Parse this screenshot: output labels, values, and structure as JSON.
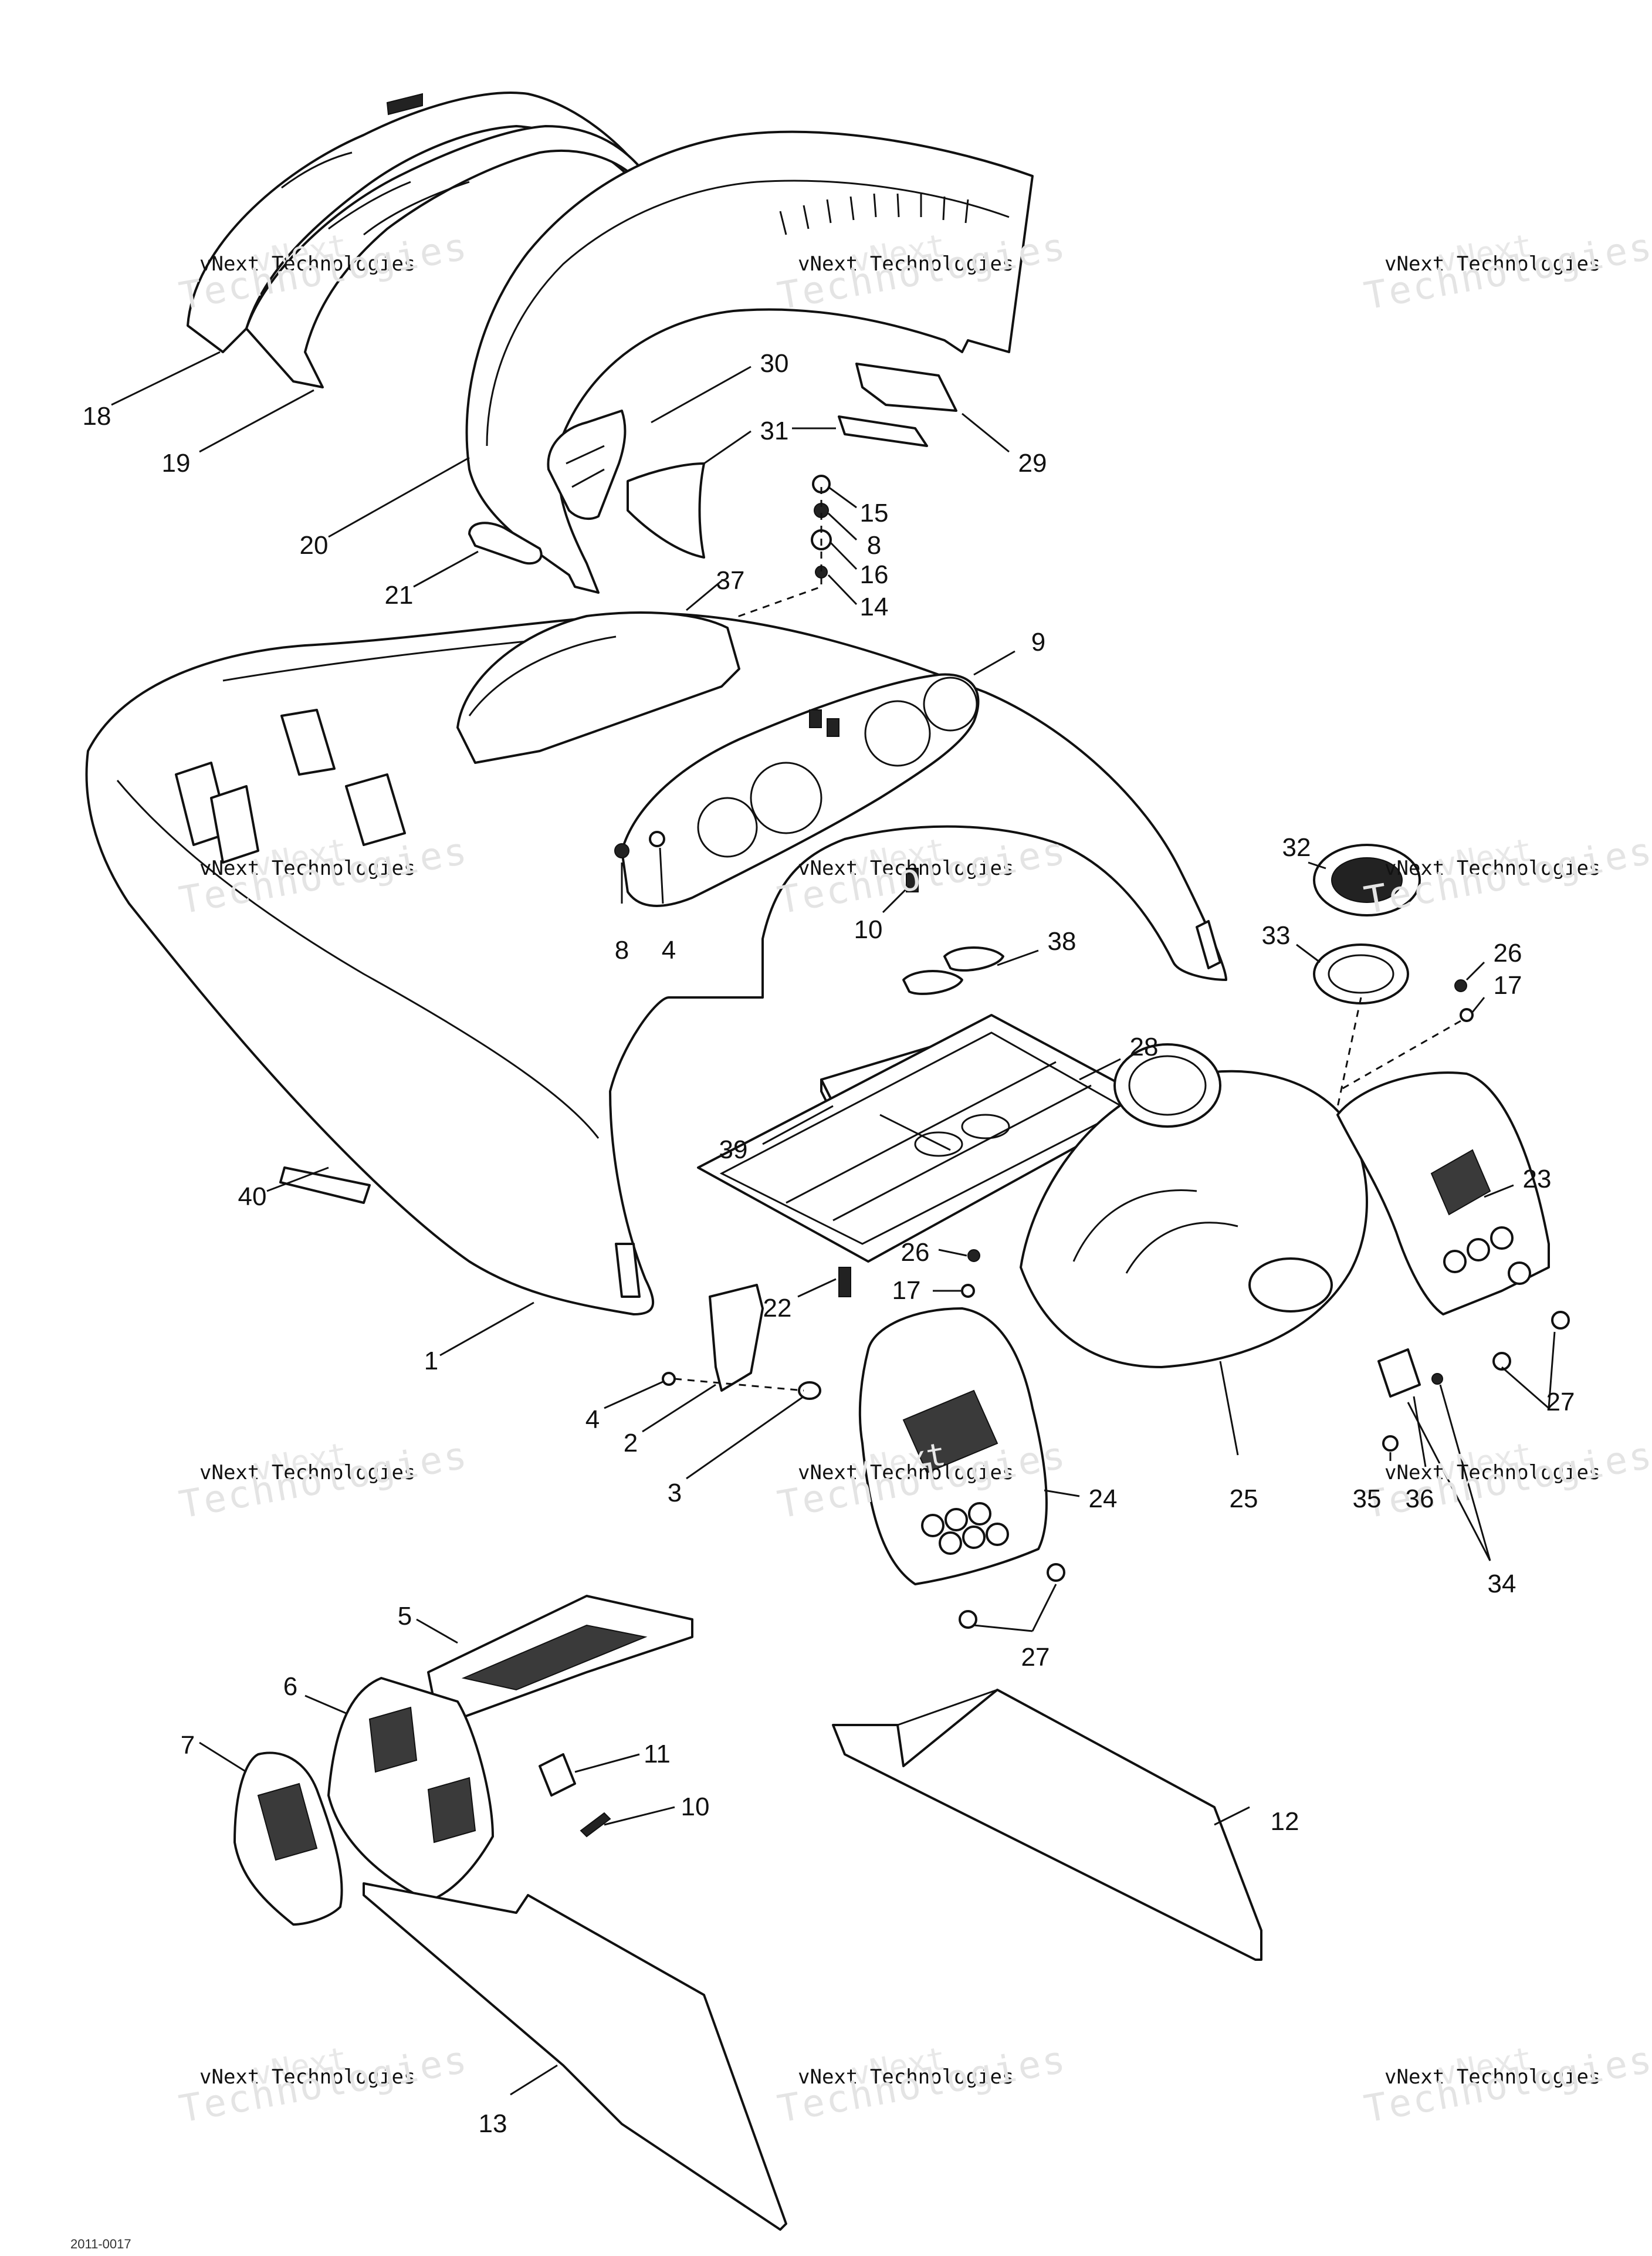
{
  "watermark": {
    "company": "vNext Technologies",
    "big": "Technologies",
    "small": "vNext"
  },
  "callouts": [
    {
      "id": "c18",
      "label": "18"
    },
    {
      "id": "c19",
      "label": "19"
    },
    {
      "id": "c20",
      "label": "20"
    },
    {
      "id": "c21",
      "label": "21"
    },
    {
      "id": "c30",
      "label": "30"
    },
    {
      "id": "c31",
      "label": "31"
    },
    {
      "id": "c29",
      "label": "29"
    },
    {
      "id": "c15",
      "label": "15"
    },
    {
      "id": "c8a",
      "label": "8"
    },
    {
      "id": "c16",
      "label": "16"
    },
    {
      "id": "c14",
      "label": "14"
    },
    {
      "id": "c37",
      "label": "37"
    },
    {
      "id": "c9",
      "label": "9"
    },
    {
      "id": "c8b",
      "label": "8"
    },
    {
      "id": "c4a",
      "label": "4"
    },
    {
      "id": "c10a",
      "label": "10"
    },
    {
      "id": "c32",
      "label": "32"
    },
    {
      "id": "c33",
      "label": "33"
    },
    {
      "id": "c26a",
      "label": "26"
    },
    {
      "id": "c17a",
      "label": "17"
    },
    {
      "id": "c38",
      "label": "38"
    },
    {
      "id": "c28",
      "label": "28"
    },
    {
      "id": "c39",
      "label": "39"
    },
    {
      "id": "c23",
      "label": "23"
    },
    {
      "id": "c40",
      "label": "40"
    },
    {
      "id": "c26b",
      "label": "26"
    },
    {
      "id": "c17b",
      "label": "17"
    },
    {
      "id": "c22",
      "label": "22"
    },
    {
      "id": "c1",
      "label": "1"
    },
    {
      "id": "c4b",
      "label": "4"
    },
    {
      "id": "c2",
      "label": "2"
    },
    {
      "id": "c3",
      "label": "3"
    },
    {
      "id": "c24",
      "label": "24"
    },
    {
      "id": "c25",
      "label": "25"
    },
    {
      "id": "c35",
      "label": "35"
    },
    {
      "id": "c36",
      "label": "36"
    },
    {
      "id": "c27a",
      "label": "27"
    },
    {
      "id": "c34",
      "label": "34"
    },
    {
      "id": "c27b",
      "label": "27"
    },
    {
      "id": "c5",
      "label": "5"
    },
    {
      "id": "c6",
      "label": "6"
    },
    {
      "id": "c7",
      "label": "7"
    },
    {
      "id": "c11",
      "label": "11"
    },
    {
      "id": "c10b",
      "label": "10"
    },
    {
      "id": "c12",
      "label": "12"
    },
    {
      "id": "c13",
      "label": "13"
    }
  ],
  "drawing_code": "2011-0017"
}
